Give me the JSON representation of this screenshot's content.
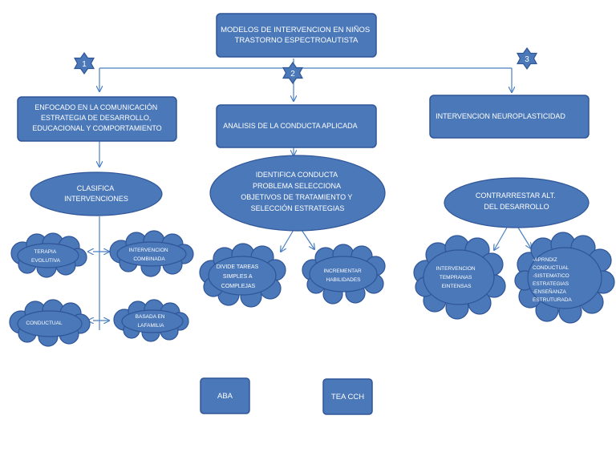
{
  "title": [
    "MODELOS DE INTERVENCION EN NIÑOS",
    "TRASTORNO ESPECTROAUTISTA"
  ],
  "badges": [
    "1",
    "2",
    "3"
  ],
  "branch1": {
    "heading": [
      "ENFOCADO EN LA COMUNICACIÓN",
      "ESTRATEGIA DE DESARROLLO,",
      "EDUCACIONAL Y COMPORTAMIENTO"
    ],
    "oval": [
      "CLASIFICA",
      "INTERVENCIONES"
    ],
    "clouds": {
      "terapia": [
        "TERAPIA",
        "EVOLUTIVA"
      ],
      "combinada": [
        "INTERVENCION",
        "COMBINADA"
      ],
      "conductual": [
        "CONDUCTUAL"
      ],
      "familia": [
        "BASADA EN",
        "LAFAMILIA"
      ]
    }
  },
  "branch2": {
    "heading": [
      "ANALISIS DE LA CONDUCTA APLICADA"
    ],
    "oval": [
      "IDENTIFICA CONDUCTA",
      "PROBLEMA SELECCIONA",
      "OBJETIVOS DE TRATAMIENTO Y",
      "SELECCIÓN ESTRATEGIAS"
    ],
    "clouds": {
      "divide": [
        "DIVIDE TAREAS",
        "SIMPLES A",
        "COMPLEJAS"
      ],
      "incrementar": [
        "INCREMENTAR",
        "HABILIDADES"
      ]
    }
  },
  "branch3": {
    "heading": [
      "INTERVENCION NEUROPLASTICIDAD"
    ],
    "oval": [
      "CONTRARRESTAR ALT.",
      "DEL DESARROLLO"
    ],
    "clouds": {
      "tempranas": [
        "INTERVENCION",
        "TEMPRANAS",
        "EINTENSAS"
      ],
      "aprendiz": [
        "-APRNDIZ",
        "CONDUCTUAL",
        "-SISTEMATICO",
        "ESTRATEGIAS",
        "-ENSEÑANZA",
        "ESTRUTURADA"
      ]
    }
  },
  "footer": {
    "aba": [
      "ABA"
    ],
    "tea": [
      "TEA CCH"
    ]
  },
  "colors": {
    "shape_fill": "#4a78b9",
    "shape_stroke": "#2f5597",
    "connector": "#4a7fc1",
    "text": "#ffffff"
  }
}
